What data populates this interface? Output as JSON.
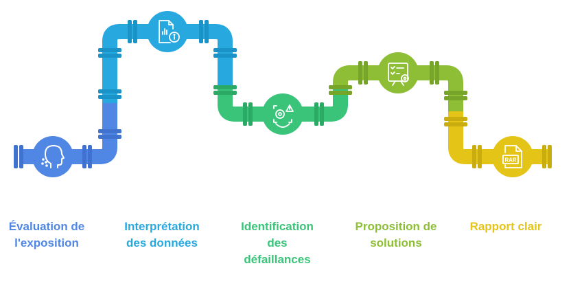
{
  "colors": {
    "blue": "#5086E4",
    "cyan": "#27A9E0",
    "green": "#39C47A",
    "lime": "#8DBE35",
    "yellow": "#E4C416"
  },
  "steps": [
    {
      "label": "Évaluation de\nl'exposition",
      "icon": "head-exposure-icon",
      "color": "#5086E4"
    },
    {
      "label": "Interprétation\ndes données",
      "icon": "document-chart-info-icon",
      "color": "#27A9E0"
    },
    {
      "label": "Identification\ndes\ndéfaillances",
      "icon": "warning-eye-icon",
      "color": "#39C47A"
    },
    {
      "label": "Proposition de\nsolutions",
      "icon": "checklist-gear-icon",
      "color": "#8DBE35"
    },
    {
      "label": "Rapport clair",
      "icon": "rar-file-icon",
      "color": "#E4C416"
    }
  ]
}
